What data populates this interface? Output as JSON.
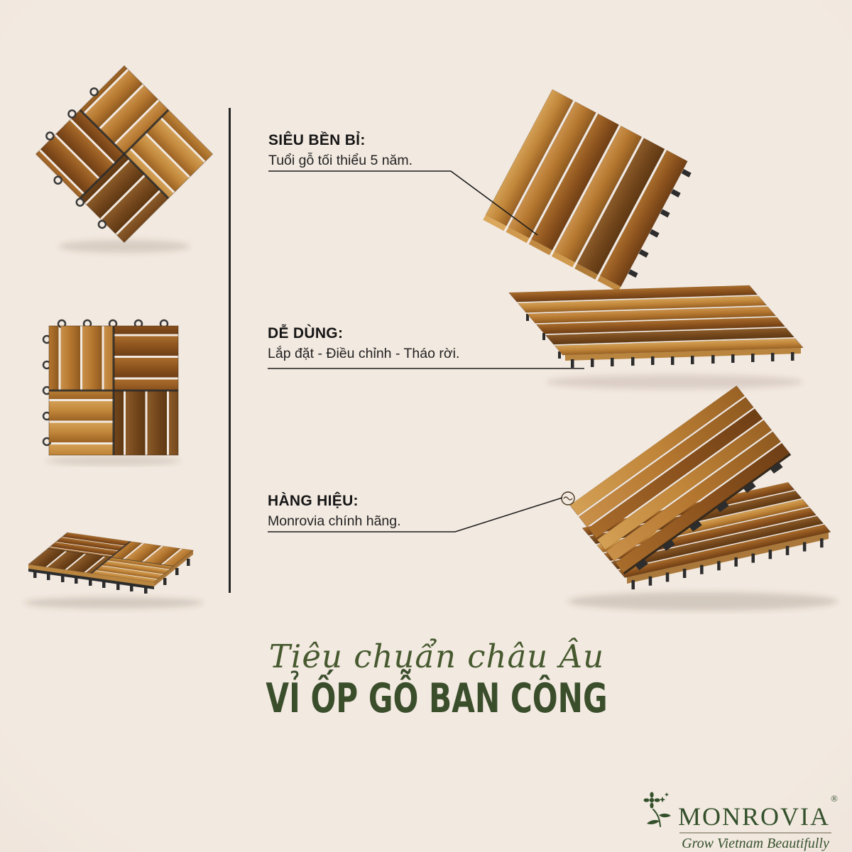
{
  "poster": {
    "background": "#f2e9e0"
  },
  "callouts": [
    {
      "title": "SIÊU BỀN BỈ:",
      "description": "Tuổi gỗ tối thiểu 5 năm."
    },
    {
      "title": "DỄ DÙNG:",
      "description": "Lắp đặt - Điều chỉnh - Tháo rời."
    },
    {
      "title": "HÀNG HIỆU:",
      "description": "Monrovia chính hãng."
    }
  ],
  "headline": {
    "script": "Tiêu chuẩn châu Âu",
    "title": "VỈ ỐP GỖ BAN CÔNG",
    "color": "#3b4e2c"
  },
  "brand": {
    "name": "MONROVIA",
    "registered_mark": "®",
    "tagline": "Grow Vietnam Beautifully",
    "color": "#33502b"
  },
  "icons": {
    "brand_flower": "flower-icon"
  },
  "products": {
    "left": [
      "wood-deck-tile-diamond-top-view",
      "wood-deck-tile-front-view",
      "wood-deck-tile-perspective-view"
    ],
    "right": [
      "wood-deck-tile-tilted-view",
      "wood-deck-tile-flat-angle-view",
      "wood-deck-tile-folded-pair-view"
    ]
  },
  "palette": {
    "wood_light": "#d3a055",
    "wood_mid": "#b5772f",
    "wood_dark": "#74471c",
    "plastic": "#2d2d2d",
    "leader_line": "#1c1c1c",
    "background": "#f2e9e0"
  }
}
